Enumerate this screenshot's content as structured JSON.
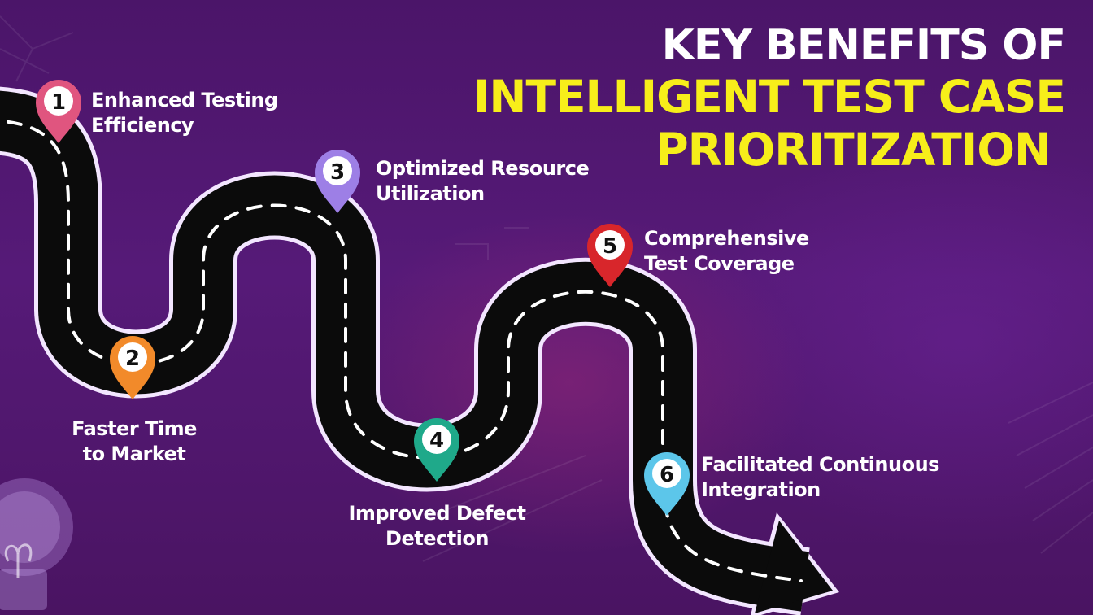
{
  "title": {
    "line1": "KEY BENEFITS OF",
    "line2": "INTELLIGENT TEST CASE",
    "line3": "PRIORITIZATION"
  },
  "milestones": [
    {
      "number": "1",
      "line1": "Enhanced Testing",
      "line2": "Efficiency",
      "pin_color": "#e0557f"
    },
    {
      "number": "2",
      "line1": "Faster Time",
      "line2": "to Market",
      "pin_color": "#f28a2a"
    },
    {
      "number": "3",
      "line1": "Optimized Resource",
      "line2": "Utilization",
      "pin_color": "#9d7fe6"
    },
    {
      "number": "4",
      "line1": "Improved Defect",
      "line2": "Detection",
      "pin_color": "#1fa98a"
    },
    {
      "number": "5",
      "line1": "Comprehensive",
      "line2": "Test Coverage",
      "pin_color": "#d8262b"
    },
    {
      "number": "6",
      "line1": "Facilitated Continuous",
      "line2": "Integration",
      "pin_color": "#5cc6ea"
    }
  ],
  "colors": {
    "background": "#4a1466",
    "road": "#0b0b0b",
    "road_outline": "#f3e6ff",
    "lane_marking": "#ffffff",
    "title_white": "#ffffff",
    "title_yellow": "#f7ee1a"
  },
  "icons": [
    "lightbulb-icon",
    "road-arrow-icon",
    "map-pin-icon"
  ]
}
